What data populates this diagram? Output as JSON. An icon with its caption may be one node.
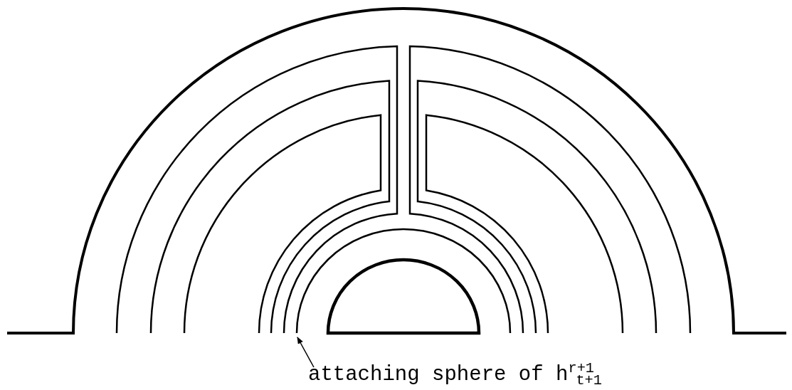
{
  "diagram": {
    "nodes": [
      {
        "text": [
          "attaching sphere of h$^{r+1}$$_{t+1}$"
        ]
      },
      {
        "text": [],
        "shape": "arc"
      }
    ],
    "edges": [
      {
        "from": 0,
        "to": 1,
        "arrow": "to"
      }
    ]
  }
}
